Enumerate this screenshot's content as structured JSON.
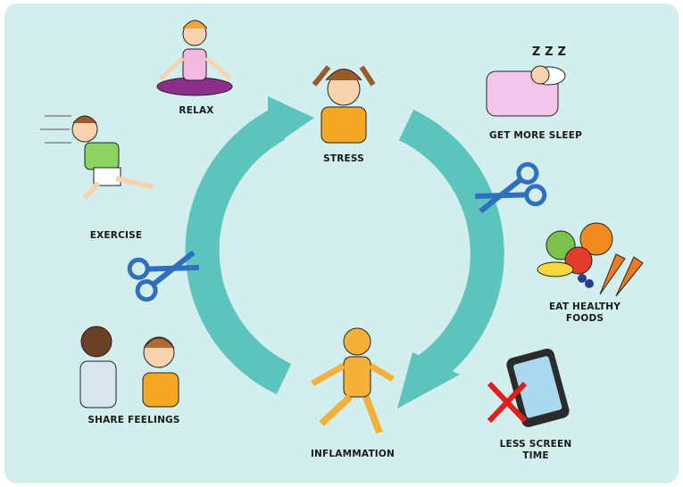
{
  "labels": {
    "relax": "RELAX",
    "stress": "STRESS",
    "sleep": "GET MORE SLEEP",
    "exercise": "EXERCISE",
    "foods_1": "EAT HEALTHY",
    "foods_2": "FOODS",
    "share": "SHARE FEELINGS",
    "inflammation": "INFLAMMATION",
    "screen_1": "LESS SCREEN",
    "screen_2": "TIME"
  },
  "sleep_zzz": "Z Z Z",
  "colors": {
    "background": "#d2efed",
    "arrow": "#5cc4bd",
    "scissors": "#2f6fc0",
    "cross": "#e0201e"
  }
}
